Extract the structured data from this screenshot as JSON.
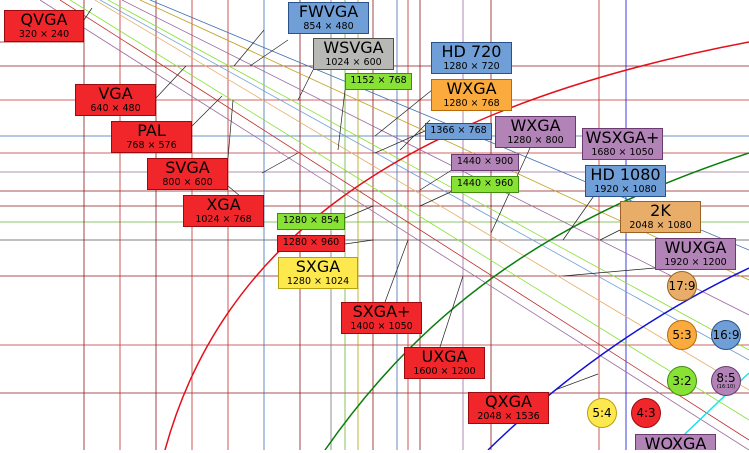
{
  "diagram": {
    "resolutions": [
      {
        "id": "qvga",
        "name": "QVGA",
        "res": "320 × 240"
      },
      {
        "id": "fwvga",
        "name": "FWVGA",
        "res": "854 × 480"
      },
      {
        "id": "wsvga",
        "name": "WSVGA",
        "res": "1024 × 600"
      },
      {
        "id": "hd720",
        "name": "HD 720",
        "res": "1280 × 720"
      },
      {
        "id": "r1152x768",
        "name": "",
        "res": "1152 × 768"
      },
      {
        "id": "wxga768",
        "name": "WXGA",
        "res": "1280 × 768"
      },
      {
        "id": "vga",
        "name": "VGA",
        "res": "640 × 480"
      },
      {
        "id": "pal",
        "name": "PAL",
        "res": "768 × 576"
      },
      {
        "id": "r1366x768",
        "name": "",
        "res": "1366 × 768"
      },
      {
        "id": "wxga800",
        "name": "WXGA",
        "res": "1280 × 800"
      },
      {
        "id": "wsxgaplus",
        "name": "WSXGA+",
        "res": "1680 × 1050"
      },
      {
        "id": "r1440x900",
        "name": "",
        "res": "1440 × 900"
      },
      {
        "id": "svga",
        "name": "SVGA",
        "res": "800 × 600"
      },
      {
        "id": "hd1080",
        "name": "HD 1080",
        "res": "1920 × 1080"
      },
      {
        "id": "r1440x960",
        "name": "",
        "res": "1440 × 960"
      },
      {
        "id": "xga",
        "name": "XGA",
        "res": "1024 × 768"
      },
      {
        "id": "k2",
        "name": "2K",
        "res": "2048 × 1080"
      },
      {
        "id": "r1280x854",
        "name": "",
        "res": "1280 × 854"
      },
      {
        "id": "r1280x960",
        "name": "",
        "res": "1280 × 960"
      },
      {
        "id": "wuxga",
        "name": "WUXGA",
        "res": "1920 × 1200"
      },
      {
        "id": "sxga",
        "name": "SXGA",
        "res": "1280 × 1024"
      },
      {
        "id": "sxgaplus",
        "name": "SXGA+",
        "res": "1400 × 1050"
      },
      {
        "id": "uxga",
        "name": "UXGA",
        "res": "1600 × 1200"
      },
      {
        "id": "qxga",
        "name": "QXGA",
        "res": "2048 × 1536"
      },
      {
        "id": "woxga",
        "name": "WOXGA",
        "res": ""
      }
    ],
    "ratios": [
      {
        "id": "r17_9",
        "label": "17:9",
        "sub": "",
        "color": "#e7ad69"
      },
      {
        "id": "r5_3",
        "label": "5:3",
        "sub": "",
        "color": "#fbab3d"
      },
      {
        "id": "r16_9",
        "label": "16:9",
        "sub": "",
        "color": "#6f9fd6"
      },
      {
        "id": "r3_2",
        "label": "3:2",
        "sub": "",
        "color": "#88e236"
      },
      {
        "id": "r8_5",
        "label": "8:5",
        "sub": "(16:10)",
        "color": "#b283b6"
      },
      {
        "id": "r5_4",
        "label": "5:4",
        "sub": "",
        "color": "#fde84d"
      },
      {
        "id": "r4_3",
        "label": "4:3",
        "sub": "",
        "color": "#f0262b"
      }
    ]
  }
}
